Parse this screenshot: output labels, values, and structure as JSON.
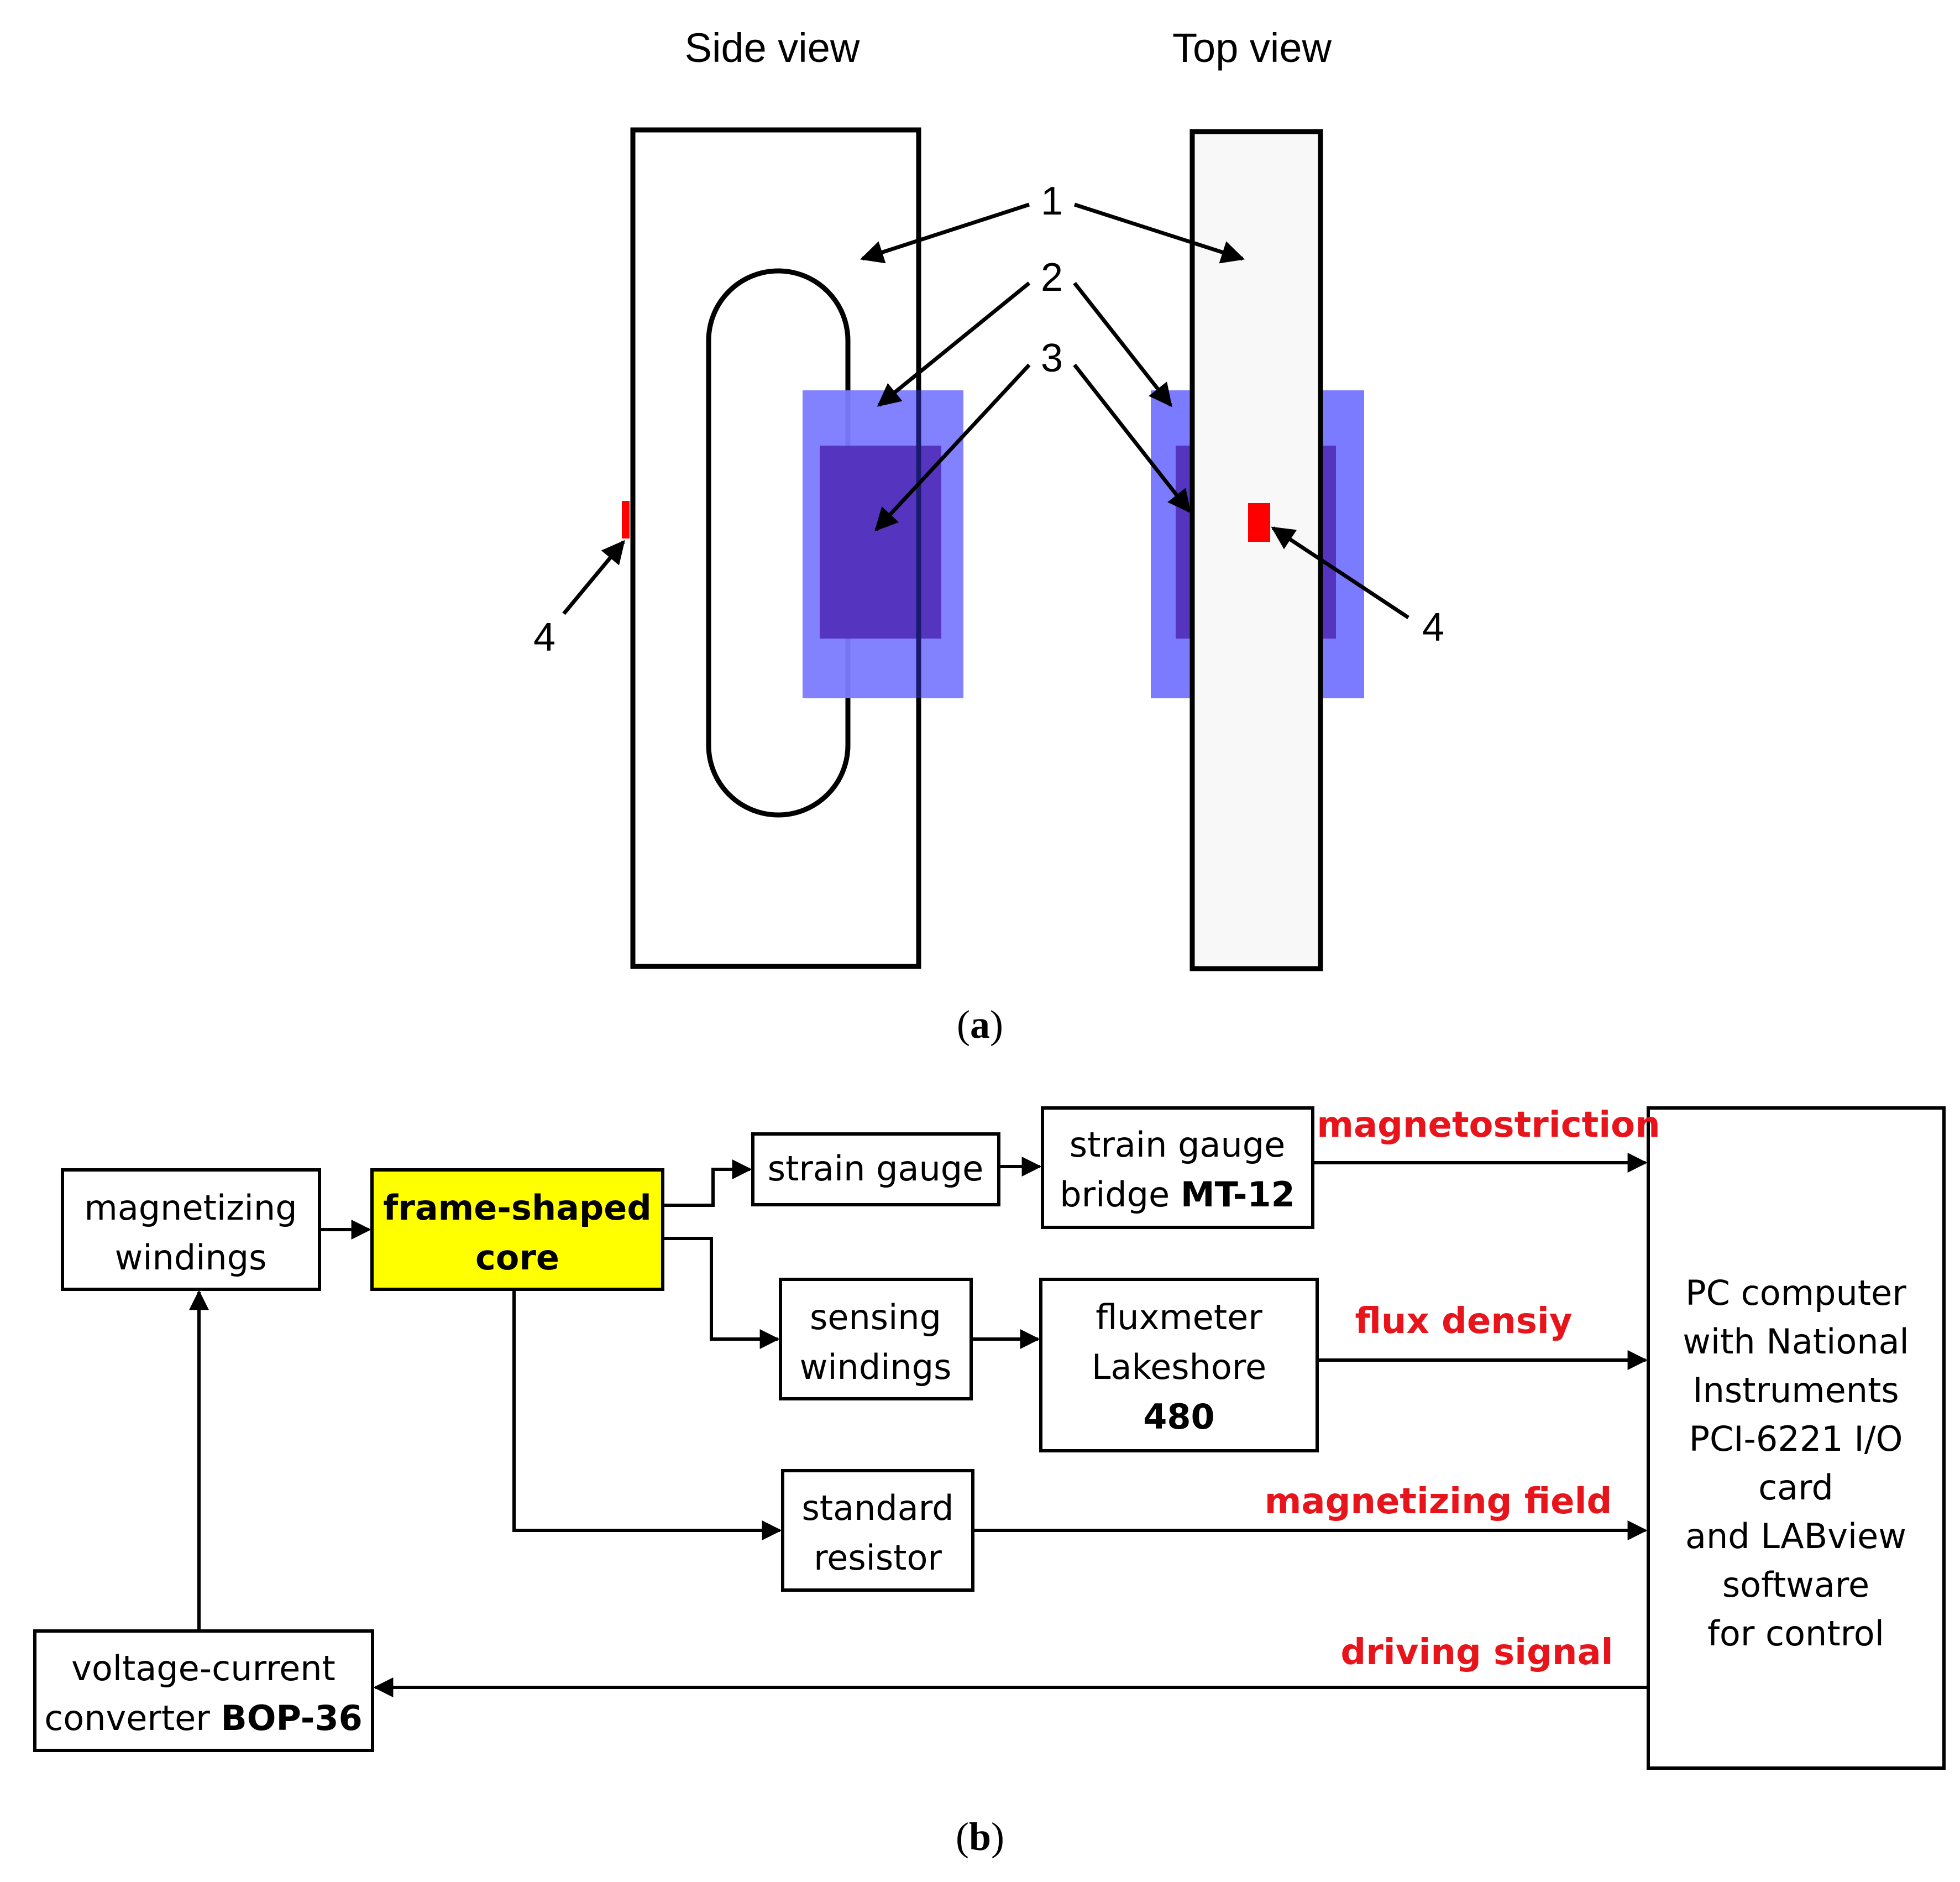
{
  "panel_a": {
    "side_view_label": "Side view",
    "top_view_label": "Top view",
    "callouts": [
      "1",
      "2",
      "3",
      "4"
    ],
    "caption": {
      "open": "(",
      "letter": "a",
      "close": ")"
    }
  },
  "panel_b": {
    "blocks": {
      "magnetizing_windings": [
        "magnetizing",
        "windings"
      ],
      "frame_core": [
        "frame-shaped",
        "core"
      ],
      "strain_gauge": "strain gauge",
      "bridge": {
        "line1": "strain gauge",
        "line2_prefix": "bridge ",
        "line2_bold": "MT-12"
      },
      "sensing_windings": [
        "sensing",
        "windings"
      ],
      "fluxmeter": {
        "line1": "fluxmeter",
        "line2": "Lakeshore",
        "line3_bold": "480"
      },
      "standard_resistor": [
        "standard",
        "resistor"
      ],
      "converter": {
        "line1": "voltage-current",
        "line2_prefix": "converter ",
        "line2_bold": "BOP-36"
      },
      "pc": [
        "PC computer",
        "with National",
        "Instruments",
        "PCI-6221 I/O",
        "card",
        "and LABview",
        "software",
        "for control"
      ]
    },
    "signals": {
      "magnetostriction": "magnetostriction",
      "flux_density": "flux densiy",
      "magnetizing_field": "magnetizing field",
      "driving_signal": "driving signal"
    },
    "caption": {
      "open": "(",
      "letter": "b",
      "close": ")"
    }
  },
  "colors": {
    "coil_outer": "#7b7bff",
    "coil_inner": "#5535c0",
    "sensor": "#ff0000",
    "core_highlight": "#ffff00",
    "signal_text": "#e8141b"
  }
}
